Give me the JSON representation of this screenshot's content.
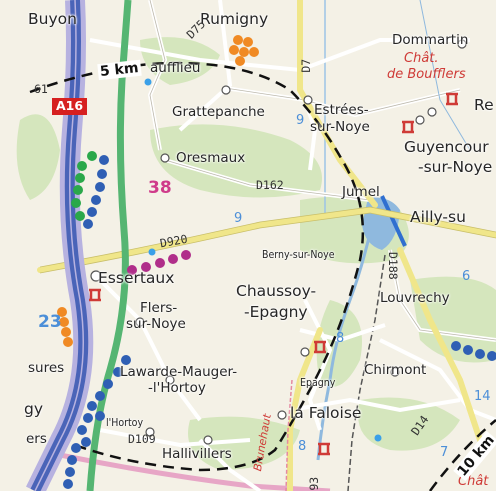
{
  "map": {
    "places": {
      "buyon": "Buyon",
      "rumigny": "Rumigny",
      "dommartin": "Dommartin",
      "chat_boufflers": [
        "Chât.",
        "de Boufflers"
      ],
      "fluy": "aufflieu",
      "grattepanche": "Grattepanche",
      "estrees": [
        "Estrées-",
        "sur-Noye"
      ],
      "re": "Re",
      "guyencourt": [
        "Guyencour",
        "-sur-Noye"
      ],
      "oresmaux": "Oresmaux",
      "jumel": "Jumel",
      "ailly": "Ailly-su",
      "berny": "Berny-sur-Noye",
      "essertaux": "Essertaux",
      "chaussoy": [
        "Chaussoy-",
        "-Epagny"
      ],
      "louvrechy": "Louvrechy",
      "flers": [
        "Flers-",
        "sur-Noye"
      ],
      "sures": "sures",
      "lawarde": [
        "Lawarde-Mauger-",
        "-l'Hortoy"
      ],
      "chirmont": "Chirmont",
      "epagny": "Epagny",
      "gy": "gy",
      "lhortoy": "l'Hortoy",
      "lafaloise": "la Faloise",
      "ers": "ers",
      "hallivillers": "Hallivillers",
      "brunehaut": "Brunehaut",
      "chat_bottom": "Chât"
    },
    "roads": {
      "d75": "D75",
      "d7": "D7",
      "d162": "D162",
      "d920": "D920",
      "d188": "D188",
      "d109": "D109",
      "d14": "D14",
      "d93": "93",
      "left61": "61"
    },
    "road_numbers_blue": [
      "9",
      "9",
      "8",
      "6",
      "14",
      "7",
      "8"
    ],
    "route_numbers": [
      "38",
      "23"
    ],
    "highway": "A16",
    "scale_labels": [
      "5 km",
      "10 km"
    ],
    "dot_colors": {
      "orange": "#f08a24",
      "green": "#2aa84a",
      "blue": "#2f5fb4",
      "purple": "#b02e8a"
    },
    "colors": {
      "background": "#f4f1e6",
      "forest": "#d5e6bd",
      "highway_blue": "#4a64b8",
      "highway_border": "#b7b2e0",
      "green_route": "#55b572",
      "main_road": "#f0e68a",
      "water": "#8fb9de",
      "town_red": "#cf3b37"
    }
  }
}
